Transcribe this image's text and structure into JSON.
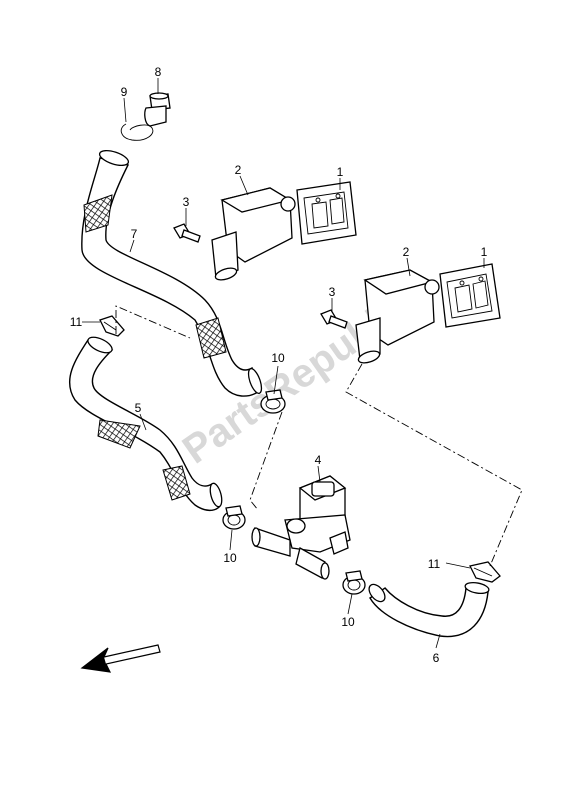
{
  "watermark": "PartsRepublik",
  "callouts": {
    "c1a": "1",
    "c1b": "1",
    "c2a": "2",
    "c2b": "2",
    "c3a": "3",
    "c3b": "3",
    "c4": "4",
    "c5": "5",
    "c6": "6",
    "c7": "7",
    "c8": "8",
    "c9": "9",
    "c10a": "10",
    "c10b": "10",
    "c10c": "10",
    "c11a": "11",
    "c11b": "11"
  },
  "icons": {
    "direction": "front-direction-arrow-icon"
  }
}
